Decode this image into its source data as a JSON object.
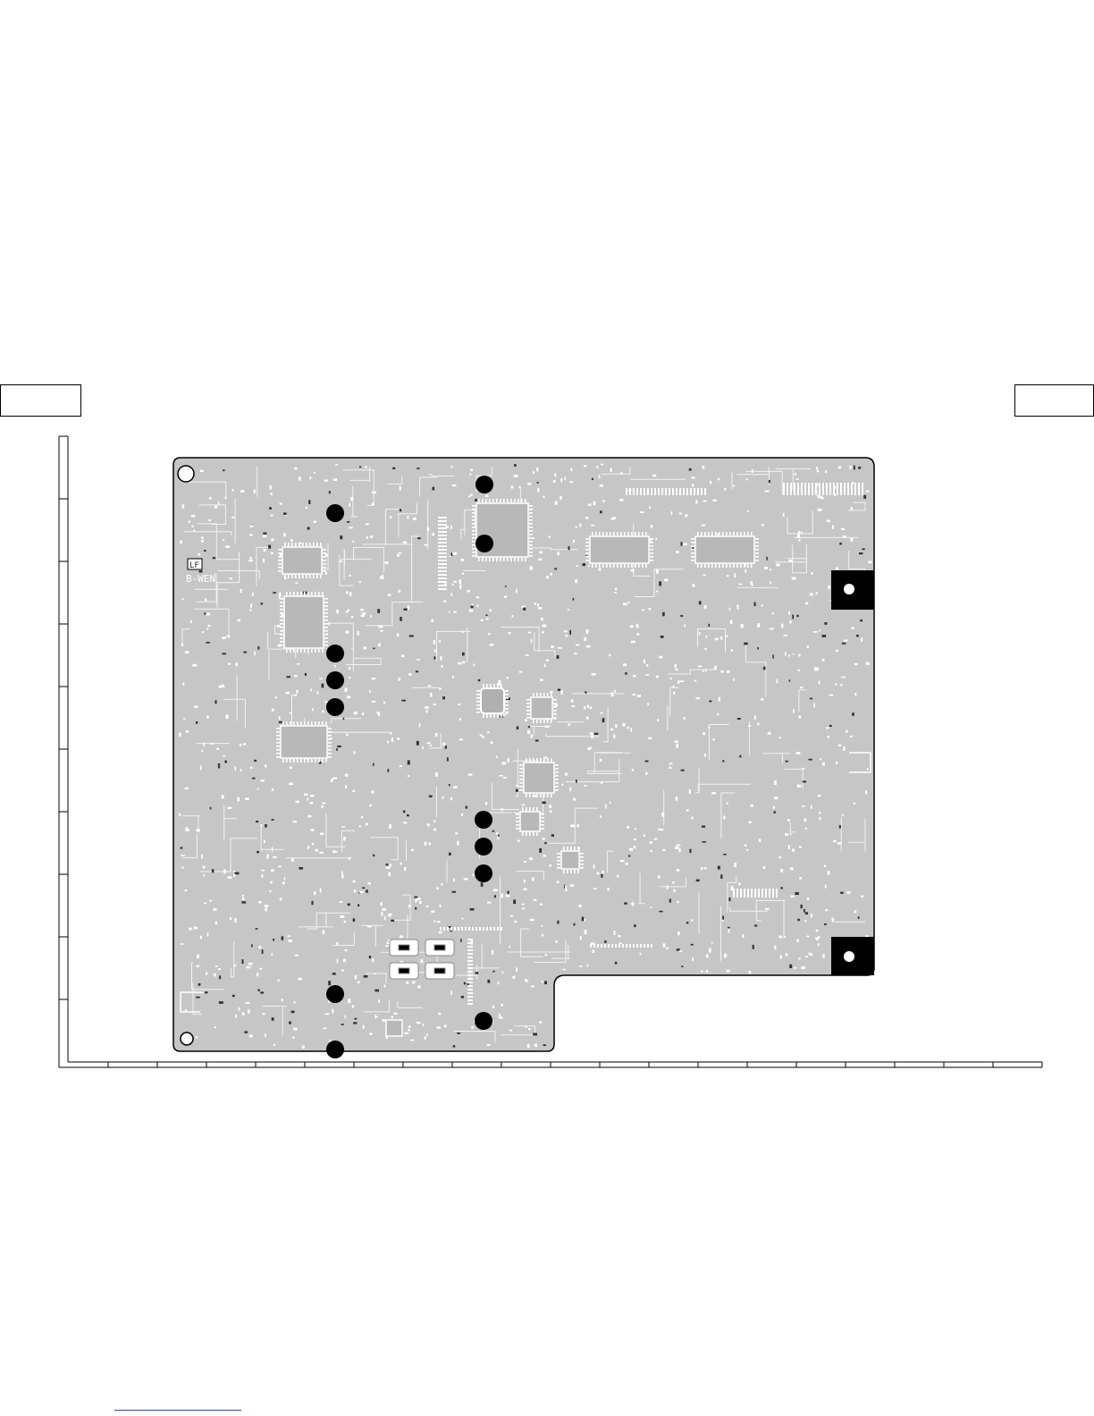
{
  "page": {
    "title": ""
  },
  "board": {
    "marking_lf": "LF",
    "marking_id": "B-WEN",
    "fill_color": "#c6c6c6",
    "outline_color": "#000000",
    "mount_hole_icon": "mount-hole-icon",
    "test_point_icon": "test-point-icon",
    "connector_icon": "connector-block-icon"
  },
  "grid": {
    "vertical_rows": 10,
    "horizontal_columns": 20
  },
  "colors": {
    "link_line": "#3344cc"
  }
}
